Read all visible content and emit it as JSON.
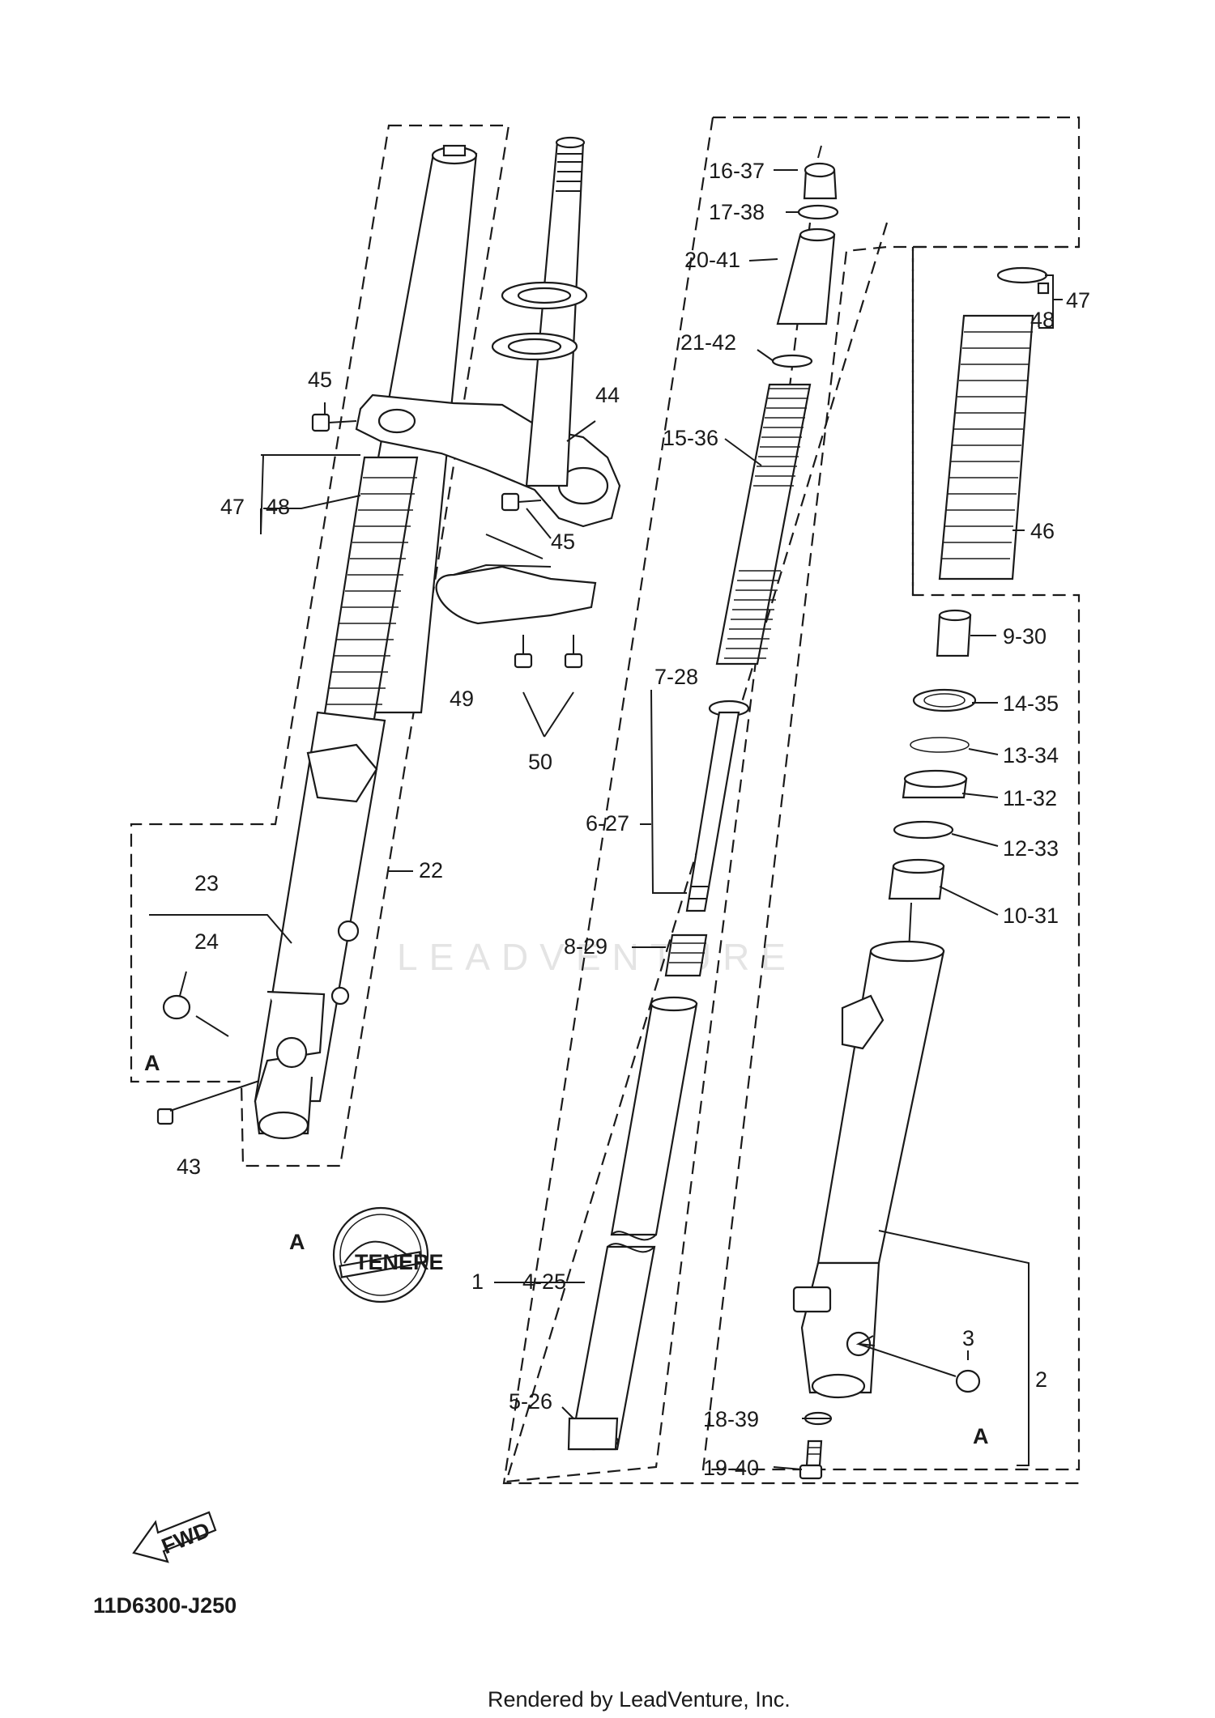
{
  "diagram": {
    "code": "11D6300-J250",
    "footer": "Rendered by LeadVenture, Inc.",
    "watermark": "LEADVENTURE",
    "view_marker": "A",
    "fwd_label": "FWD",
    "emblem_text": "TENERE"
  },
  "callouts": [
    {
      "id": "c45a",
      "text": "45"
    },
    {
      "id": "c47a",
      "text": "47"
    },
    {
      "id": "c48a",
      "text": "48"
    },
    {
      "id": "c44",
      "text": "44"
    },
    {
      "id": "c45b",
      "text": "45"
    },
    {
      "id": "c49",
      "text": "49"
    },
    {
      "id": "c50",
      "text": "50"
    },
    {
      "id": "c22",
      "text": "22"
    },
    {
      "id": "c23",
      "text": "23"
    },
    {
      "id": "c24",
      "text": "24"
    },
    {
      "id": "c43",
      "text": "43"
    },
    {
      "id": "c16",
      "text": "16-37"
    },
    {
      "id": "c17",
      "text": "17-38"
    },
    {
      "id": "c20",
      "text": "20-41"
    },
    {
      "id": "c21",
      "text": "21-42"
    },
    {
      "id": "c15",
      "text": "15-36"
    },
    {
      "id": "c7",
      "text": "7-28"
    },
    {
      "id": "c6",
      "text": "6-27"
    },
    {
      "id": "c8",
      "text": "8-29"
    },
    {
      "id": "c1",
      "text": "1"
    },
    {
      "id": "c4",
      "text": "4-25"
    },
    {
      "id": "c5",
      "text": "5-26"
    },
    {
      "id": "c47b",
      "text": "47"
    },
    {
      "id": "c48b",
      "text": "48"
    },
    {
      "id": "c46",
      "text": "46"
    },
    {
      "id": "c9",
      "text": "9-30"
    },
    {
      "id": "c14",
      "text": "14-35"
    },
    {
      "id": "c13",
      "text": "13-34"
    },
    {
      "id": "c11",
      "text": "11-32"
    },
    {
      "id": "c12",
      "text": "12-33"
    },
    {
      "id": "c10",
      "text": "10-31"
    },
    {
      "id": "c3",
      "text": "3"
    },
    {
      "id": "c2",
      "text": "2"
    },
    {
      "id": "c18",
      "text": "18-39"
    },
    {
      "id": "c19",
      "text": "19-40"
    }
  ]
}
